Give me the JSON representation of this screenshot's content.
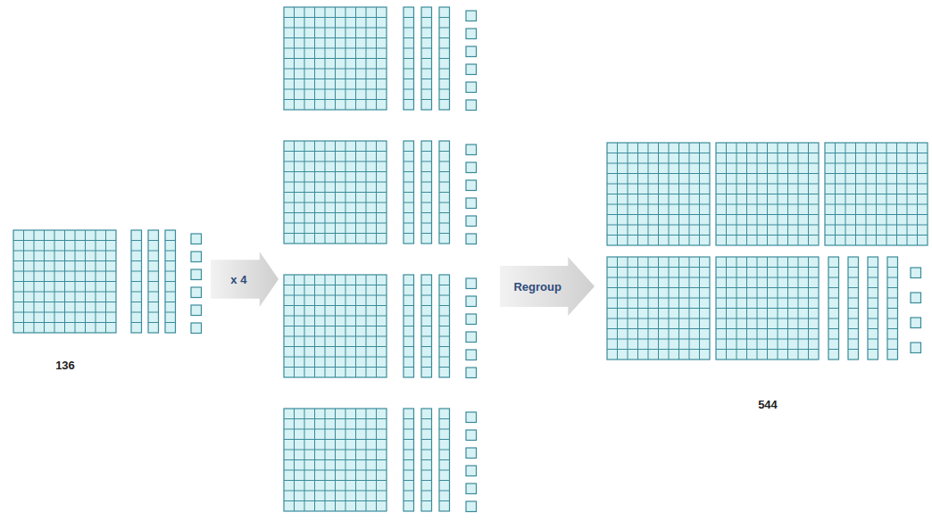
{
  "diagram": {
    "nodes": [
      {
        "text": [
          "x 4"
        ]
      },
      {
        "text": [
          "Regroup"
        ]
      }
    ],
    "labels": [
      "136",
      "544"
    ]
  }
}
